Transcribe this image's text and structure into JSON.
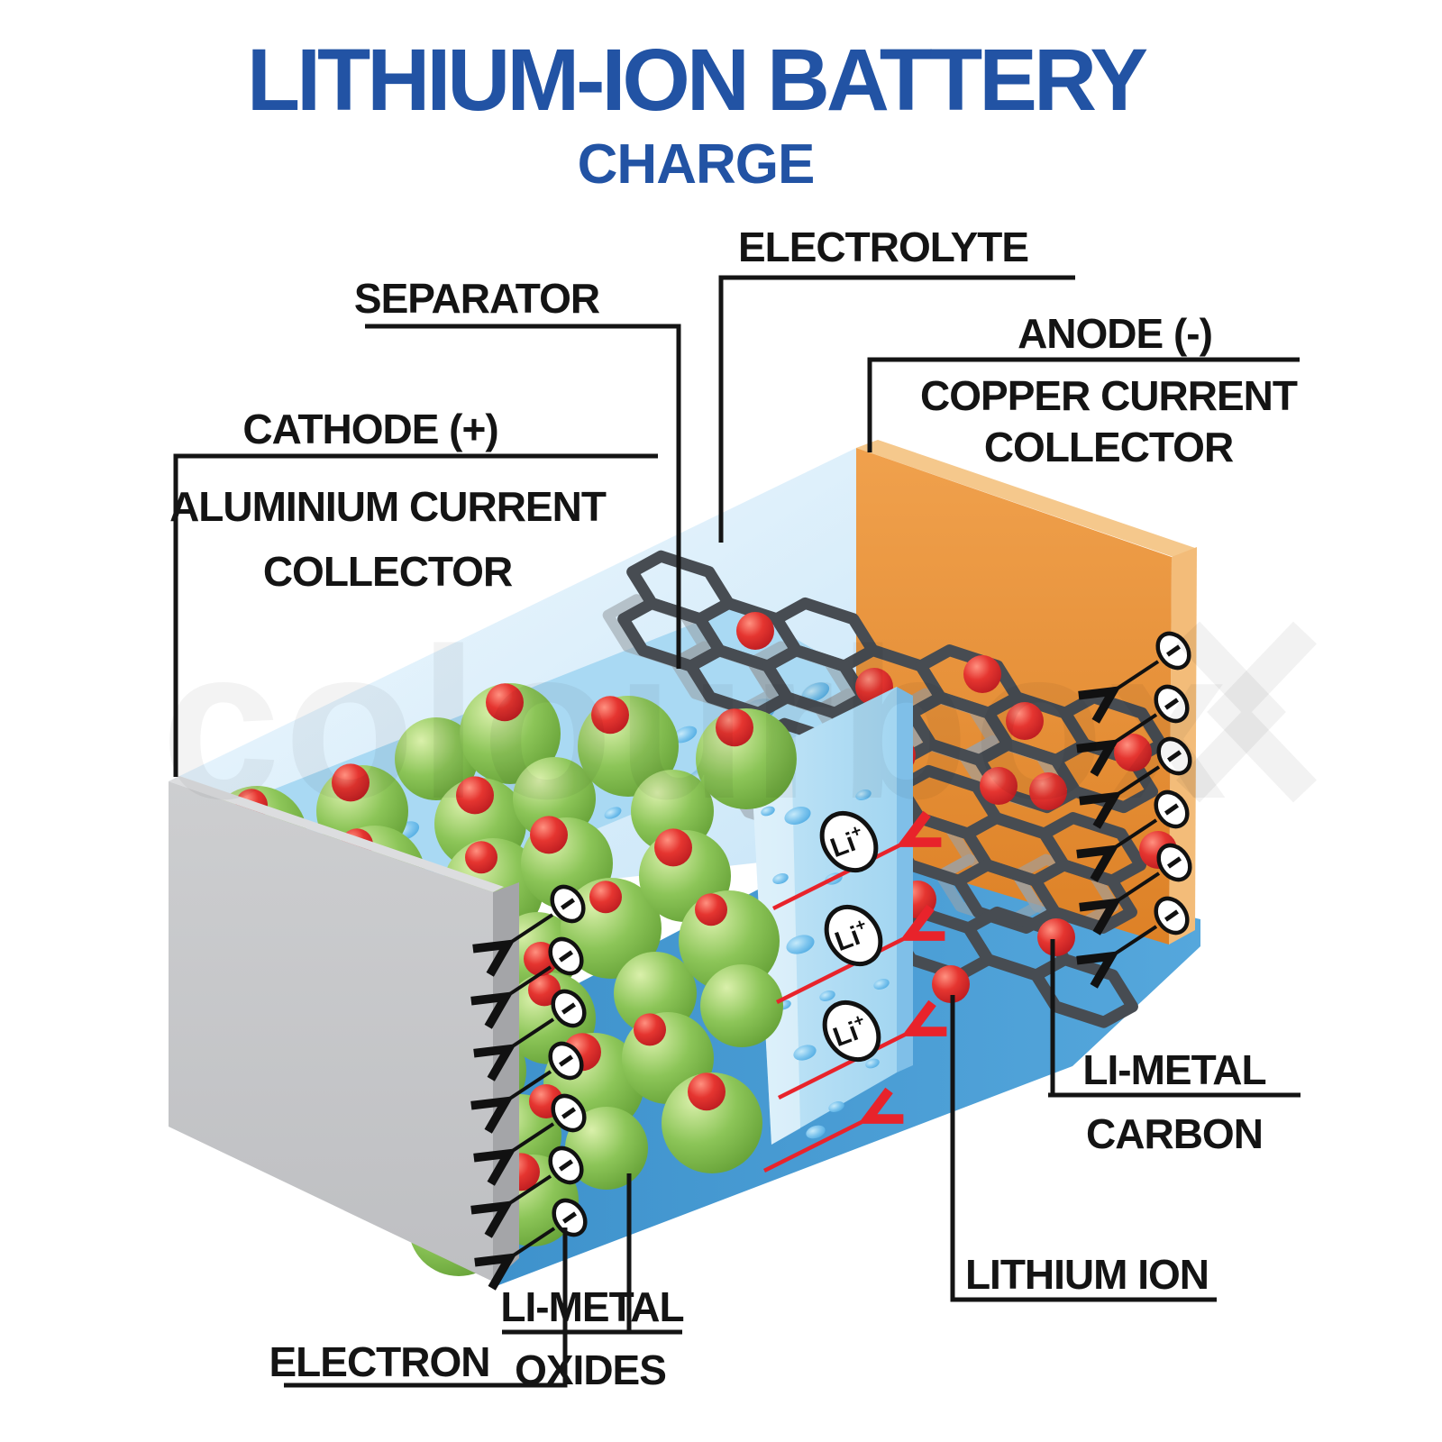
{
  "title": {
    "main": "LITHIUM-ION BATTERY",
    "subtitle": "CHARGE"
  },
  "watermark": "colourbox",
  "labels": {
    "electrolyte": "ELECTROLYTE",
    "separator": "SEPARATOR",
    "anode": "ANODE (-)",
    "copper_collector": [
      "COPPER CURRENT",
      "COLLECTOR"
    ],
    "cathode": "CATHODE (+)",
    "aluminium_collector": [
      "ALUMINIUM CURRENT",
      "COLLECTOR"
    ],
    "li_metal_carbon": [
      "LI-METAL",
      "CARBON"
    ],
    "lithium_ion": "LITHIUM ION",
    "li_metal_oxides": [
      "LI-METAL",
      "OXIDES"
    ],
    "electron": "ELECTRON"
  },
  "symbols": {
    "lithium_ion_label": "Li",
    "lithium_ion_charge": "+"
  },
  "colors": {
    "title_blue": "#2253A4",
    "label_black": "#141414",
    "copper_orange": "#DE8328",
    "aluminium_gray": "#C6C7C9",
    "separator_blue": "#A9D9F3",
    "floor_blue": "#4A9ED6",
    "oxide_green": "#8CC558",
    "ion_red": "#D42027",
    "graphite_gray": "#474C52"
  }
}
